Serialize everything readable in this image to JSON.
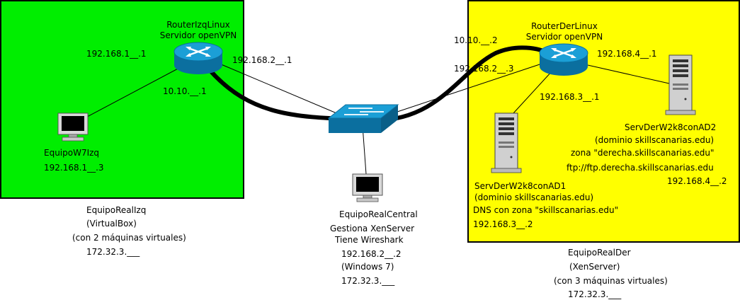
{
  "colors": {
    "left_zone": "#00ee00",
    "right_zone": "#ffff00",
    "device_blue": "#1b9fd6",
    "device_dark": "#0b6f9f",
    "link": "#000000"
  },
  "icons": {
    "router": "router-icon",
    "switch": "switch-icon",
    "workstation": "workstation-icon",
    "server": "server-icon"
  },
  "left": {
    "router_name": "RouterIzqLinux",
    "router_role": "Servidor openVPN",
    "router_lan_ip": "192.168.1__.1",
    "router_wan_ip": "192.168.2__.1",
    "router_vpn_ip": "10.10.__.1",
    "pc_name": "EquipoW7Izq",
    "pc_ip": "192.168.1__.3",
    "host_name": "EquipoRealIzq",
    "host_soft": "(VirtualBox)",
    "host_vms": "(con 2 máquinas virtuales)",
    "host_ip": "172.32.3.___"
  },
  "central": {
    "name": "EquipoRealCentral",
    "line1": "Gestiona XenServer",
    "line2": "Tiene Wireshark",
    "ip": "192.168.2__.2",
    "os": "(Windows 7)",
    "ip2": "172.32.3.___"
  },
  "right": {
    "router_name": "RouterDerLinux",
    "router_role": "Servidor openVPN",
    "router_vpn_ip": "10.10.__.2",
    "router_wan_ip": "192.168.2__.3",
    "router_ip4": "192.168.4__.1",
    "router_ip3": "192.168.3__.1",
    "srv2_name": "ServDerW2k8conAD2",
    "srv2_domain": "(dominio skillscanarias.edu)",
    "srv2_zone": "zona \"derecha.skillscanarias.edu\"",
    "srv2_ftp": "ftp://ftp.derecha.skillscanarias.edu",
    "srv2_ip": "192.168.4__.2",
    "srv1_name": "ServDerW2k8conAD1",
    "srv1_domain": "(dominio skillscanarias.edu)",
    "srv1_dns": "DNS con zona \"skillscanarias.edu\"",
    "srv1_ip": "192.168.3__.2",
    "host_name": "EquipoRealDer",
    "host_soft": "(XenServer)",
    "host_vms": "(con 3 máquinas virtuales)",
    "host_ip": "172.32.3.___"
  }
}
